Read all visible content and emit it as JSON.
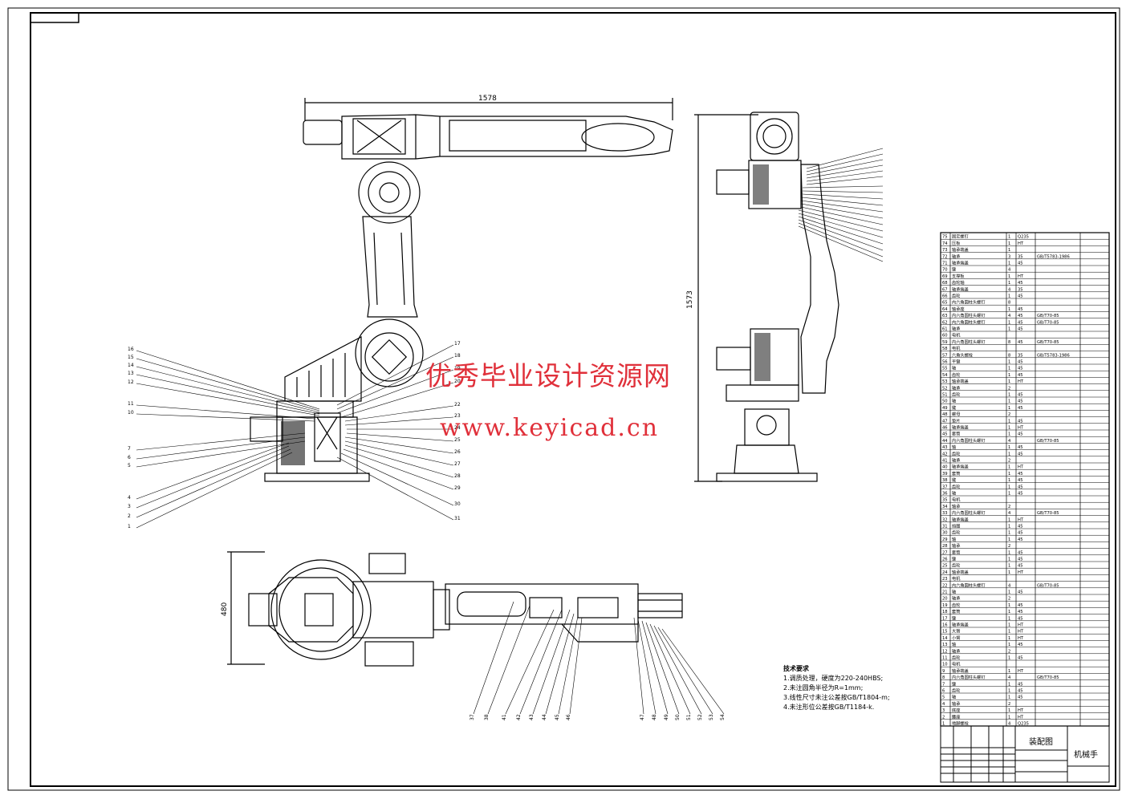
{
  "watermark": {
    "chinese": "优秀毕业设计资源网",
    "url": "www.keyicad.cn"
  },
  "dimensions": {
    "front_width": "1578",
    "side_height": "1573",
    "top_height": "480"
  },
  "technical_requirements": {
    "title": "技术要求",
    "items": [
      "1.调质处理，硬度为220-240HBS;",
      "2.未注圆角半径为R=1mm;",
      "3.线性尺寸未注公差按GB/T1804-m;",
      "4.未注形位公差按GB/T1184-k."
    ]
  },
  "title_block": {
    "drawing_name": "装配图",
    "part_name": "机械手"
  },
  "bom_rows": [
    {
      "no": "75",
      "name": "固定螺钉",
      "qty": "1",
      "mat": "Q235",
      "std": ""
    },
    {
      "no": "74",
      "name": "压板",
      "qty": "1",
      "mat": "HT",
      "std": ""
    },
    {
      "no": "73",
      "name": "轴承端盖",
      "qty": "1",
      "mat": "",
      "std": ""
    },
    {
      "no": "72",
      "name": "轴承",
      "qty": "3",
      "mat": "35",
      "std": "GB/T5783-1986"
    },
    {
      "no": "71",
      "name": "轴承端盖",
      "qty": "1",
      "mat": "45",
      "std": ""
    },
    {
      "no": "70",
      "name": "键",
      "qty": "4",
      "mat": "",
      "std": ""
    },
    {
      "no": "69",
      "name": "支撑板",
      "qty": "1",
      "mat": "HT",
      "std": ""
    },
    {
      "no": "68",
      "name": "齿轮轴",
      "qty": "1",
      "mat": "45",
      "std": ""
    },
    {
      "no": "67",
      "name": "轴承端盖",
      "qty": "4",
      "mat": "35",
      "std": ""
    },
    {
      "no": "66",
      "name": "齿轮",
      "qty": "1",
      "mat": "45",
      "std": ""
    },
    {
      "no": "65",
      "name": "内六角圆柱头螺钉",
      "qty": "8",
      "mat": "",
      "std": ""
    },
    {
      "no": "64",
      "name": "轴承座",
      "qty": "1",
      "mat": "45",
      "std": ""
    },
    {
      "no": "63",
      "name": "内六角圆柱头螺钉",
      "qty": "4",
      "mat": "45",
      "std": "GB/T70-85"
    },
    {
      "no": "62",
      "name": "内六角圆柱头螺钉",
      "qty": "1",
      "mat": "45",
      "std": "GB/T70-85"
    },
    {
      "no": "61",
      "name": "轴承",
      "qty": "1",
      "mat": "45",
      "std": ""
    },
    {
      "no": "60",
      "name": "电机",
      "qty": "",
      "mat": "",
      "std": ""
    },
    {
      "no": "59",
      "name": "内六角圆柱头螺钉",
      "qty": "8",
      "mat": "45",
      "std": "GB/T70-85"
    },
    {
      "no": "58",
      "name": "电机",
      "qty": "",
      "mat": "",
      "std": ""
    },
    {
      "no": "57",
      "name": "六角头螺栓",
      "qty": "8",
      "mat": "35",
      "std": "GB/T5783-1986"
    },
    {
      "no": "56",
      "name": "平键",
      "qty": "1",
      "mat": "45",
      "std": ""
    },
    {
      "no": "55",
      "name": "轴",
      "qty": "1",
      "mat": "45",
      "std": ""
    },
    {
      "no": "54",
      "name": "齿轮",
      "qty": "1",
      "mat": "45",
      "std": ""
    },
    {
      "no": "53",
      "name": "轴承端盖",
      "qty": "1",
      "mat": "HT",
      "std": ""
    },
    {
      "no": "52",
      "name": "轴承",
      "qty": "2",
      "mat": "",
      "std": ""
    },
    {
      "no": "51",
      "name": "齿轮",
      "qty": "1",
      "mat": "45",
      "std": ""
    },
    {
      "no": "50",
      "name": "轴",
      "qty": "1",
      "mat": "45",
      "std": ""
    },
    {
      "no": "49",
      "name": "键",
      "qty": "1",
      "mat": "45",
      "std": ""
    },
    {
      "no": "48",
      "name": "螺母",
      "qty": "2",
      "mat": "",
      "std": ""
    },
    {
      "no": "47",
      "name": "垫片",
      "qty": "1",
      "mat": "45",
      "std": ""
    },
    {
      "no": "46",
      "name": "轴承端盖",
      "qty": "1",
      "mat": "HT",
      "std": ""
    },
    {
      "no": "45",
      "name": "套筒",
      "qty": "1",
      "mat": "45",
      "std": ""
    },
    {
      "no": "44",
      "name": "内六角圆柱头螺钉",
      "qty": "4",
      "mat": "",
      "std": "GB/T70-85"
    },
    {
      "no": "43",
      "name": "轴",
      "qty": "1",
      "mat": "45",
      "std": ""
    },
    {
      "no": "42",
      "name": "齿轮",
      "qty": "1",
      "mat": "45",
      "std": ""
    },
    {
      "no": "41",
      "name": "轴承",
      "qty": "2",
      "mat": "",
      "std": ""
    },
    {
      "no": "40",
      "name": "轴承端盖",
      "qty": "1",
      "mat": "HT",
      "std": ""
    },
    {
      "no": "39",
      "name": "套筒",
      "qty": "1",
      "mat": "45",
      "std": ""
    },
    {
      "no": "38",
      "name": "键",
      "qty": "1",
      "mat": "45",
      "std": ""
    },
    {
      "no": "37",
      "name": "齿轮",
      "qty": "1",
      "mat": "45",
      "std": ""
    },
    {
      "no": "36",
      "name": "轴",
      "qty": "1",
      "mat": "45",
      "std": ""
    },
    {
      "no": "35",
      "name": "电机",
      "qty": "",
      "mat": "",
      "std": ""
    },
    {
      "no": "34",
      "name": "轴承",
      "qty": "2",
      "mat": "",
      "std": ""
    },
    {
      "no": "33",
      "name": "内六角圆柱头螺钉",
      "qty": "4",
      "mat": "",
      "std": "GB/T70-85"
    },
    {
      "no": "32",
      "name": "轴承端盖",
      "qty": "1",
      "mat": "HT",
      "std": ""
    },
    {
      "no": "31",
      "name": "挡圈",
      "qty": "1",
      "mat": "45",
      "std": ""
    },
    {
      "no": "30",
      "name": "齿轮",
      "qty": "1",
      "mat": "45",
      "std": ""
    },
    {
      "no": "29",
      "name": "轴",
      "qty": "1",
      "mat": "45",
      "std": ""
    },
    {
      "no": "28",
      "name": "轴承",
      "qty": "2",
      "mat": "",
      "std": ""
    },
    {
      "no": "27",
      "name": "套筒",
      "qty": "1",
      "mat": "45",
      "std": ""
    },
    {
      "no": "26",
      "name": "键",
      "qty": "1",
      "mat": "45",
      "std": ""
    },
    {
      "no": "25",
      "name": "齿轮",
      "qty": "1",
      "mat": "45",
      "std": ""
    },
    {
      "no": "24",
      "name": "轴承端盖",
      "qty": "1",
      "mat": "HT",
      "std": ""
    },
    {
      "no": "23",
      "name": "电机",
      "qty": "",
      "mat": "",
      "std": ""
    },
    {
      "no": "22",
      "name": "内六角圆柱头螺钉",
      "qty": "4",
      "mat": "",
      "std": "GB/T70-85"
    },
    {
      "no": "21",
      "name": "轴",
      "qty": "1",
      "mat": "45",
      "std": ""
    },
    {
      "no": "20",
      "name": "轴承",
      "qty": "2",
      "mat": "",
      "std": ""
    },
    {
      "no": "19",
      "name": "齿轮",
      "qty": "1",
      "mat": "45",
      "std": ""
    },
    {
      "no": "18",
      "name": "套筒",
      "qty": "1",
      "mat": "45",
      "std": ""
    },
    {
      "no": "17",
      "name": "键",
      "qty": "1",
      "mat": "45",
      "std": ""
    },
    {
      "no": "16",
      "name": "轴承端盖",
      "qty": "1",
      "mat": "HT",
      "std": ""
    },
    {
      "no": "15",
      "name": "大臂",
      "qty": "1",
      "mat": "HT",
      "std": ""
    },
    {
      "no": "14",
      "name": "小臂",
      "qty": "1",
      "mat": "HT",
      "std": ""
    },
    {
      "no": "13",
      "name": "轴",
      "qty": "1",
      "mat": "45",
      "std": ""
    },
    {
      "no": "12",
      "name": "轴承",
      "qty": "2",
      "mat": "",
      "std": ""
    },
    {
      "no": "11",
      "name": "齿轮",
      "qty": "1",
      "mat": "45",
      "std": ""
    },
    {
      "no": "10",
      "name": "电机",
      "qty": "",
      "mat": "",
      "std": ""
    },
    {
      "no": "9",
      "name": "轴承端盖",
      "qty": "1",
      "mat": "HT",
      "std": ""
    },
    {
      "no": "8",
      "name": "内六角圆柱头螺钉",
      "qty": "4",
      "mat": "",
      "std": "GB/T70-85"
    },
    {
      "no": "7",
      "name": "键",
      "qty": "1",
      "mat": "45",
      "std": ""
    },
    {
      "no": "6",
      "name": "齿轮",
      "qty": "1",
      "mat": "45",
      "std": ""
    },
    {
      "no": "5",
      "name": "轴",
      "qty": "1",
      "mat": "45",
      "std": ""
    },
    {
      "no": "4",
      "name": "轴承",
      "qty": "2",
      "mat": "",
      "std": ""
    },
    {
      "no": "3",
      "name": "底座",
      "qty": "1",
      "mat": "HT",
      "std": ""
    },
    {
      "no": "2",
      "name": "腰座",
      "qty": "1",
      "mat": "HT",
      "std": ""
    },
    {
      "no": "1",
      "name": "地脚螺栓",
      "qty": "4",
      "mat": "Q235",
      "std": ""
    }
  ],
  "colors": {
    "line": "#000000",
    "watermark": "#e0303a",
    "background": "#ffffff"
  }
}
